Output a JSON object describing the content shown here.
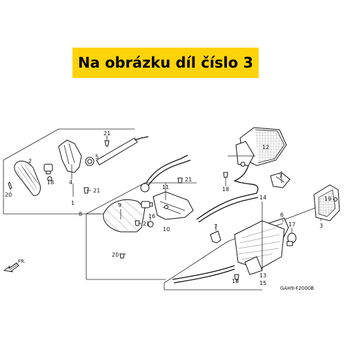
{
  "banner": {
    "text": "Na obrázku díl číslo 3",
    "color": "#ffd30a"
  },
  "diagram_code": "GAH9-F2000B",
  "front_arrow": {
    "label": "FR.",
    "icon": "arrow-front-left-icon"
  },
  "callouts": {
    "c1": "1",
    "c2": "2",
    "c3": "3",
    "c4": "4",
    "c5": "5",
    "c6": "6",
    "c7a": "7",
    "c7b": "7",
    "c8": "8",
    "c9": "9",
    "c10": "10",
    "c11": "11",
    "c12": "12",
    "c13": "13",
    "c14": "14",
    "c15": "15",
    "c16": "16",
    "c17": "17",
    "c18a": "18",
    "c18b": "18",
    "c18c": "18",
    "c19": "19",
    "c20a": "20",
    "c20b": "20",
    "c21a": "21",
    "c21b": "21",
    "c21c": "21",
    "c21d": "21"
  }
}
